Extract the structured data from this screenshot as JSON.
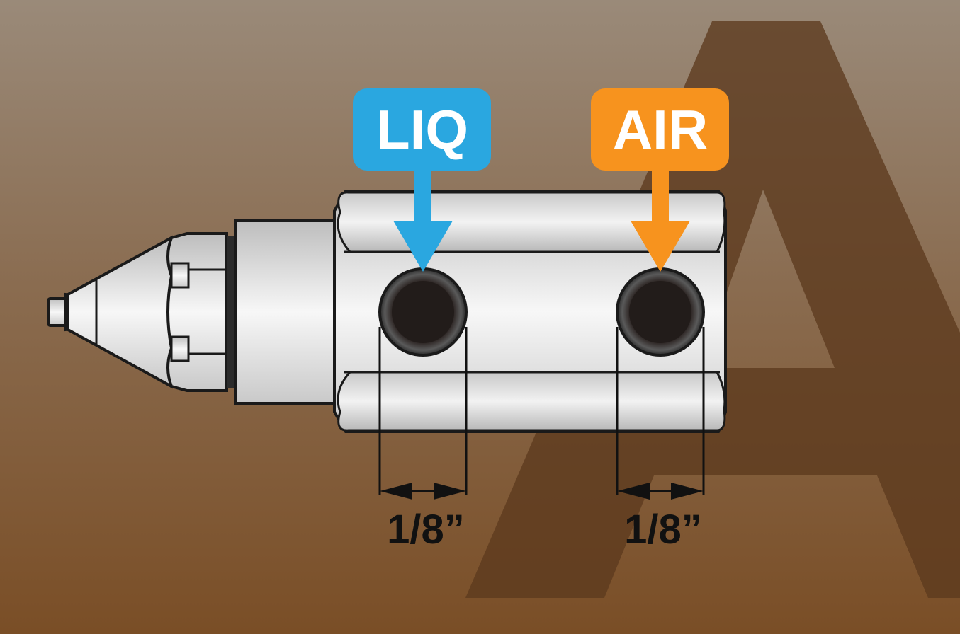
{
  "ports": [
    {
      "id": "liquid",
      "label": "LIQ",
      "size": "1/8”",
      "color": "#2aa7e0"
    },
    {
      "id": "air",
      "label": "AIR",
      "size": "1/8”",
      "color": "#f7931e"
    }
  ],
  "colors": {
    "background_top": "#9a8a79",
    "background_bottom": "#7a4e26",
    "watermark": "#5c3a1e",
    "metal_light": "#f4f4f4",
    "metal_mid": "#cfcfcf",
    "port_hole": "#221c1a",
    "outline": "#1a1a1a"
  },
  "watermark_glyph": "A"
}
